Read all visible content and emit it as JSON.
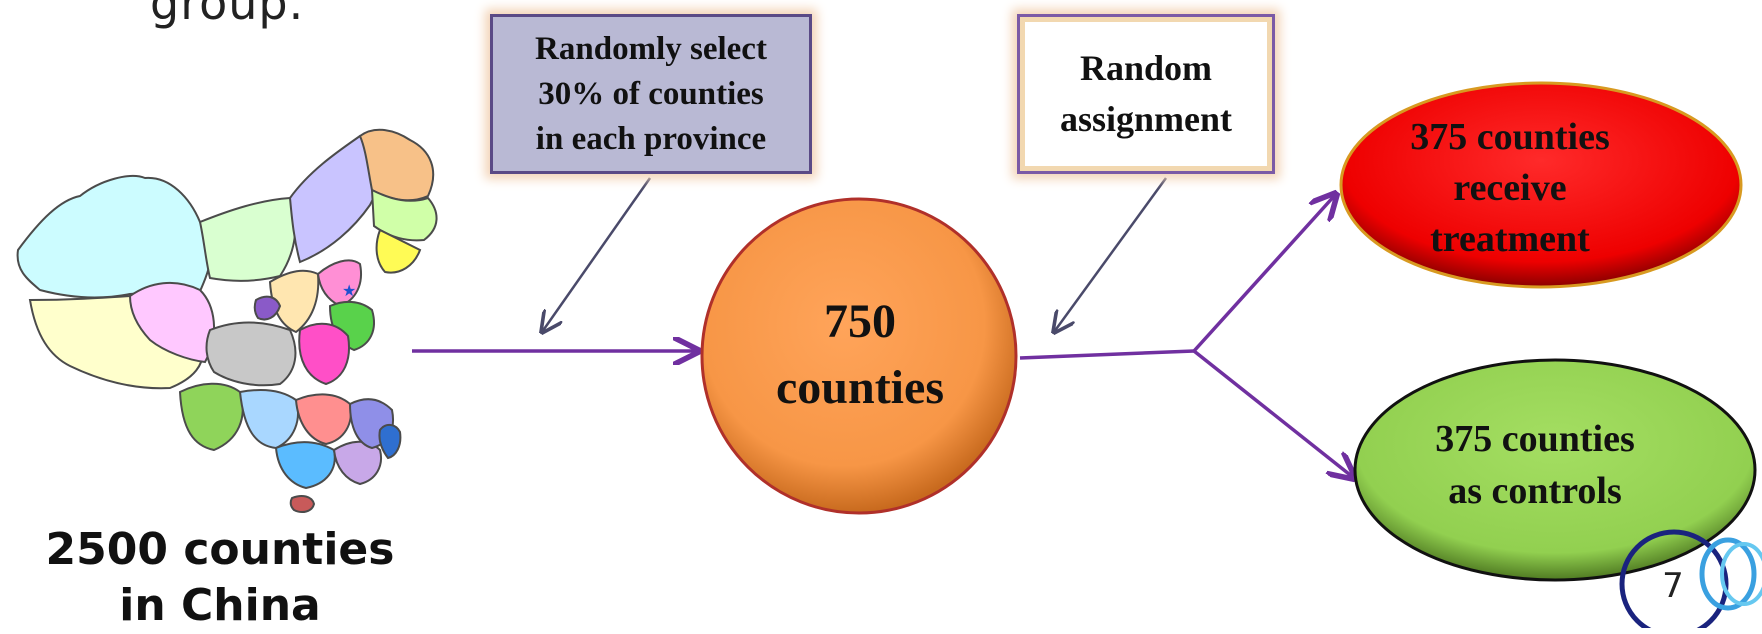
{
  "slide": {
    "title_fragment": "group.",
    "page_number": "7"
  },
  "diagram": {
    "population_label_line1": "2500 counties",
    "population_label_line2": "in China",
    "select_step": {
      "line1": "Randomly select",
      "line2": "30% of counties",
      "line3": "in each province"
    },
    "assign_step": {
      "line1": "Random",
      "line2": "assignment"
    },
    "sample": {
      "line1": "750",
      "line2": "counties"
    },
    "treatment_group": {
      "line1": "375 counties",
      "line2": "receive",
      "line3": "treatment"
    },
    "control_group": {
      "line1": "375 counties",
      "line2": "as controls"
    }
  },
  "colors": {
    "arrow": "#7030a0",
    "sample_fill": "#f79646",
    "treatment_fill": "#ff0000",
    "control_fill": "#92d050",
    "select_box_fill": "#b9b9d4"
  },
  "icons": {
    "map": "china-provinces-map",
    "corner_decoration": "blue-rings-icon"
  }
}
